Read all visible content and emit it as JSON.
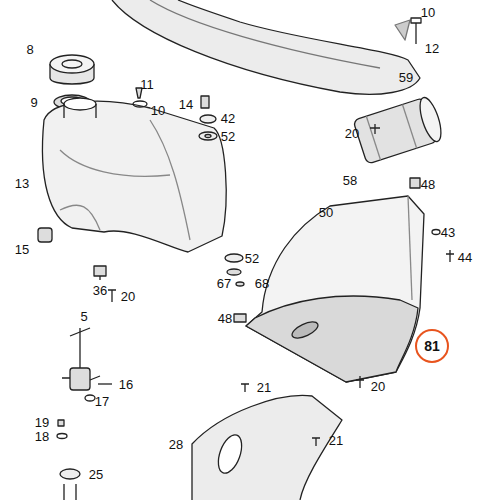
{
  "diagram": {
    "nodes": [
      {
        "text": [
          "81"
        ]
      }
    ],
    "labels": [
      "10",
      "12",
      "8",
      "9",
      "11",
      "10",
      "14",
      "42",
      "52",
      "59",
      "20",
      "13",
      "48",
      "58",
      "50",
      "43",
      "52",
      "44",
      "15",
      "67",
      "68",
      "36",
      "20",
      "5",
      "48",
      "16",
      "17",
      "20",
      "21",
      "19",
      "18",
      "21",
      "28",
      "25"
    ]
  }
}
